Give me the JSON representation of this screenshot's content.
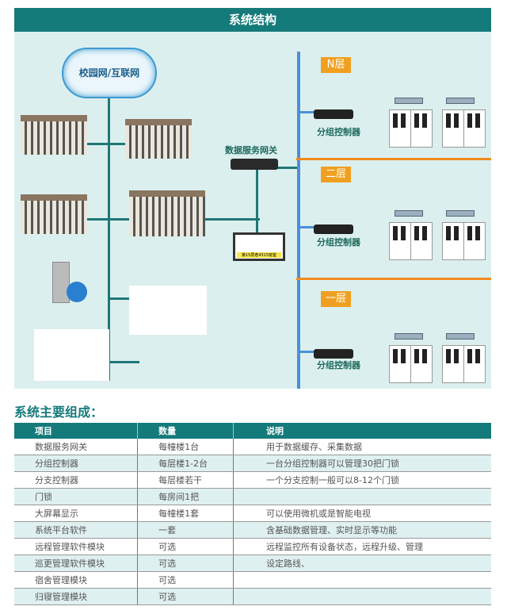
{
  "diagram": {
    "title": "系统结构",
    "cloud_label": "校园网/互联网",
    "gateway_label": "数据服务网关",
    "screen_text": "第15层者4315窗室",
    "floors": [
      {
        "label": "N层",
        "controller": "分组控制器"
      },
      {
        "label": "二层",
        "controller": "分组控制器"
      },
      {
        "label": "一层",
        "controller": "分组控制器"
      }
    ]
  },
  "components": {
    "heading": "系统主要组成：",
    "columns": [
      "项目",
      "数量",
      "说明"
    ],
    "rows": [
      [
        "数据服务网关",
        "每幢楼1台",
        "用于数据缓存、采集数据"
      ],
      [
        "分组控制器",
        "每层楼1-2台",
        "一台分组控制器可以管理30把门锁"
      ],
      [
        "分支控制器",
        "每层楼若干",
        "一个分支控制一般可以8-12个门锁"
      ],
      [
        "门锁",
        "每房间1把",
        ""
      ],
      [
        "大屏幕显示",
        "每幢楼1套",
        "可以使用微机或是智能电视"
      ],
      [
        "系统平台软件",
        "一套",
        "含基础数据管理、实时显示等功能"
      ],
      [
        "远程管理软件模块",
        "可选",
        "远程监控所有设备状态，远程升级、管理"
      ],
      [
        "巡更管理软件模块",
        "可选",
        "设定路线、"
      ],
      [
        "宿舍管理模块",
        "可选",
        ""
      ],
      [
        "归寝管理模块",
        "可选",
        ""
      ]
    ]
  }
}
